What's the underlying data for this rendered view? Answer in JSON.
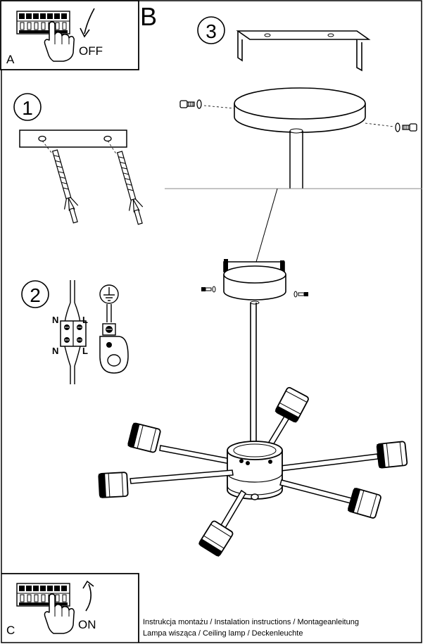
{
  "panels": {
    "a": {
      "letter": "A",
      "action": "OFF"
    },
    "b": {
      "letter": "B"
    },
    "c": {
      "letter": "C",
      "action": "ON"
    }
  },
  "steps": {
    "one": "1",
    "two": "2",
    "three": "3"
  },
  "wiring": {
    "neutral": "N",
    "live": "L"
  },
  "footer": {
    "line1": "Instrukcja montażu / Instalation instructions / Montageanleitung",
    "line2": "Lampa wisząca / Ceiling lamp / Deckenleuchte"
  }
}
